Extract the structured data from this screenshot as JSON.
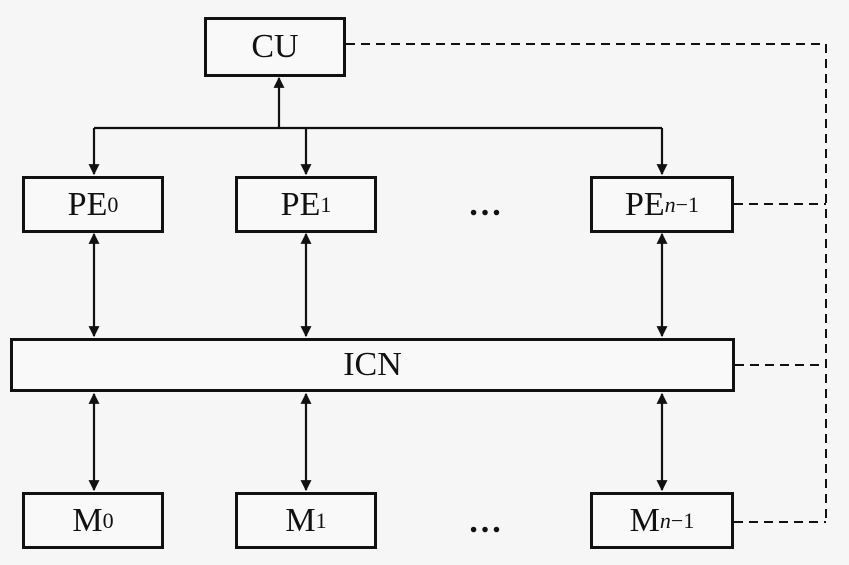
{
  "diagram": {
    "control_unit": {
      "label": "CU"
    },
    "processing_elements": [
      {
        "label": "PE",
        "sub": "0",
        "sub_italic": ""
      },
      {
        "label": "PE",
        "sub": "1",
        "sub_italic": ""
      },
      {
        "label": "PE",
        "sub": "−1",
        "sub_italic": "n"
      }
    ],
    "network": {
      "label": "ICN"
    },
    "memories": [
      {
        "label": "M",
        "sub": "0",
        "sub_italic": ""
      },
      {
        "label": "M",
        "sub": "1",
        "sub_italic": ""
      },
      {
        "label": "M",
        "sub": "−1",
        "sub_italic": "n"
      }
    ],
    "ellipsis": "…",
    "colors": {
      "stroke": "#111111",
      "background": "#f6f6f6"
    }
  }
}
